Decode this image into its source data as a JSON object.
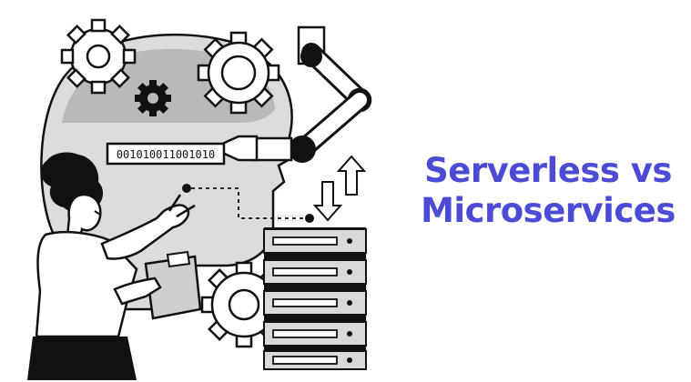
{
  "title": {
    "line1": "Serverless vs",
    "line2": "Microservices",
    "color": "#4b4bd6"
  },
  "illustration": {
    "binary_text": "001010011001010",
    "colors": {
      "head_fill": "#dcdcdc",
      "head_dark": "#b9b9b9",
      "ink": "#111111",
      "server_fill": "#d9d9d9",
      "clipboard_fill": "#cfcfcf"
    },
    "icons": [
      "gear-icon",
      "robotic-arm-icon",
      "server-rack-icon",
      "arrows-up-down-icon",
      "person-icon",
      "clipboard-icon"
    ]
  }
}
